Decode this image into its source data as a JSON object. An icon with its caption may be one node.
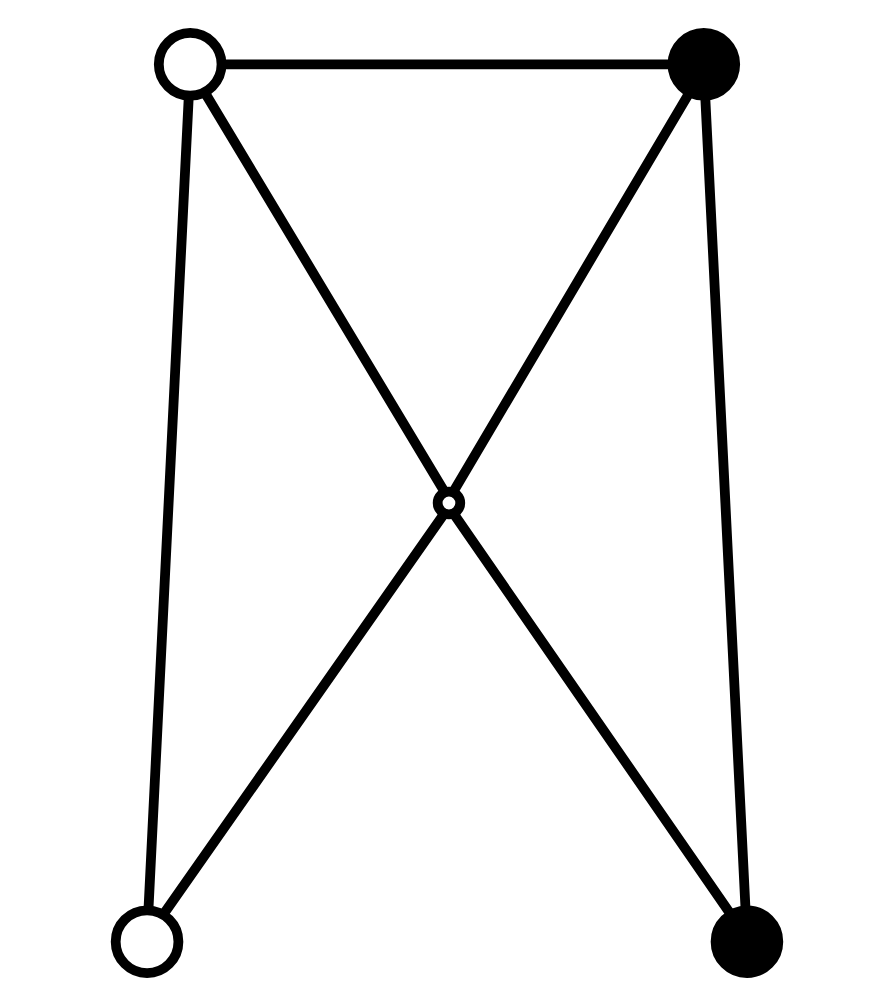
{
  "diagram": {
    "nodes": [
      {
        "text": [],
        "shape": "circle"
      },
      {
        "text": [],
        "shape": "circle"
      },
      {
        "text": [],
        "shape": "dot"
      },
      {
        "text": [],
        "shape": "circle"
      },
      {
        "text": [],
        "shape": "circle"
      }
    ],
    "edges": [
      {
        "from": 0,
        "to": 1,
        "arrow": "none"
      },
      {
        "from": 0,
        "to": 3,
        "arrow": "none"
      },
      {
        "from": 1,
        "to": 4,
        "arrow": "none"
      },
      {
        "from": 0,
        "to": 2,
        "arrow": "none"
      },
      {
        "from": 2,
        "to": 4,
        "arrow": "none"
      },
      {
        "from": 1,
        "to": 2,
        "arrow": "none"
      },
      {
        "from": 2,
        "to": 3,
        "arrow": "none"
      }
    ]
  }
}
